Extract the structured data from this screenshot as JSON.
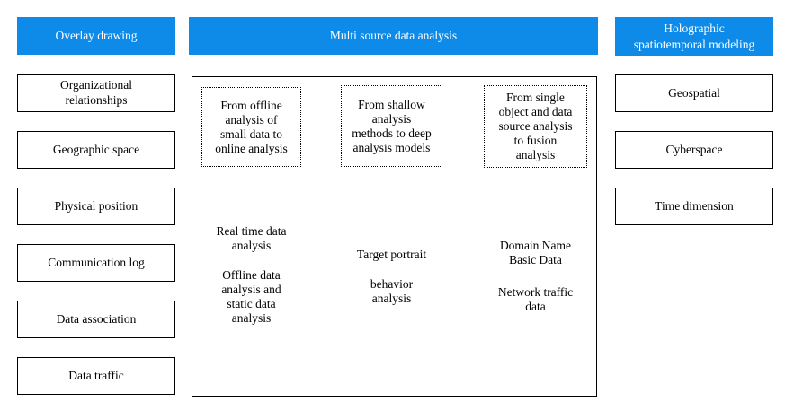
{
  "colors": {
    "header_bg": "#0E8AE8",
    "header_text": "#FFFFFF",
    "box_border": "#000000",
    "body_text": "#000000",
    "background": "#FFFFFF"
  },
  "left_column": {
    "header": "Overlay drawing",
    "items": [
      "Organizational\nrelationships",
      "Geographic space",
      "Physical position",
      "Communication log",
      "Data association",
      "Data traffic"
    ]
  },
  "middle_column": {
    "header": "Multi source data analysis",
    "transitions": [
      "From offline\nanalysis of\nsmall data to\nonline analysis",
      "From shallow\nanalysis\nmethods to deep\nanalysis models",
      "From single\nobject and data\nsource analysis\nto fusion\nanalysis"
    ],
    "details": [
      {
        "top": "Real time data\nanalysis",
        "bottom": "Offline data\nanalysis and\nstatic data\nanalysis"
      },
      {
        "top": "Target portrait",
        "bottom": "behavior\nanalysis"
      },
      {
        "top": "Domain Name\nBasic Data",
        "bottom": "Network traffic\ndata"
      }
    ]
  },
  "right_column": {
    "header": "Holographic\nspatiotemporal modeling",
    "items": [
      "Geospatial",
      "Cyberspace",
      "Time dimension"
    ]
  }
}
